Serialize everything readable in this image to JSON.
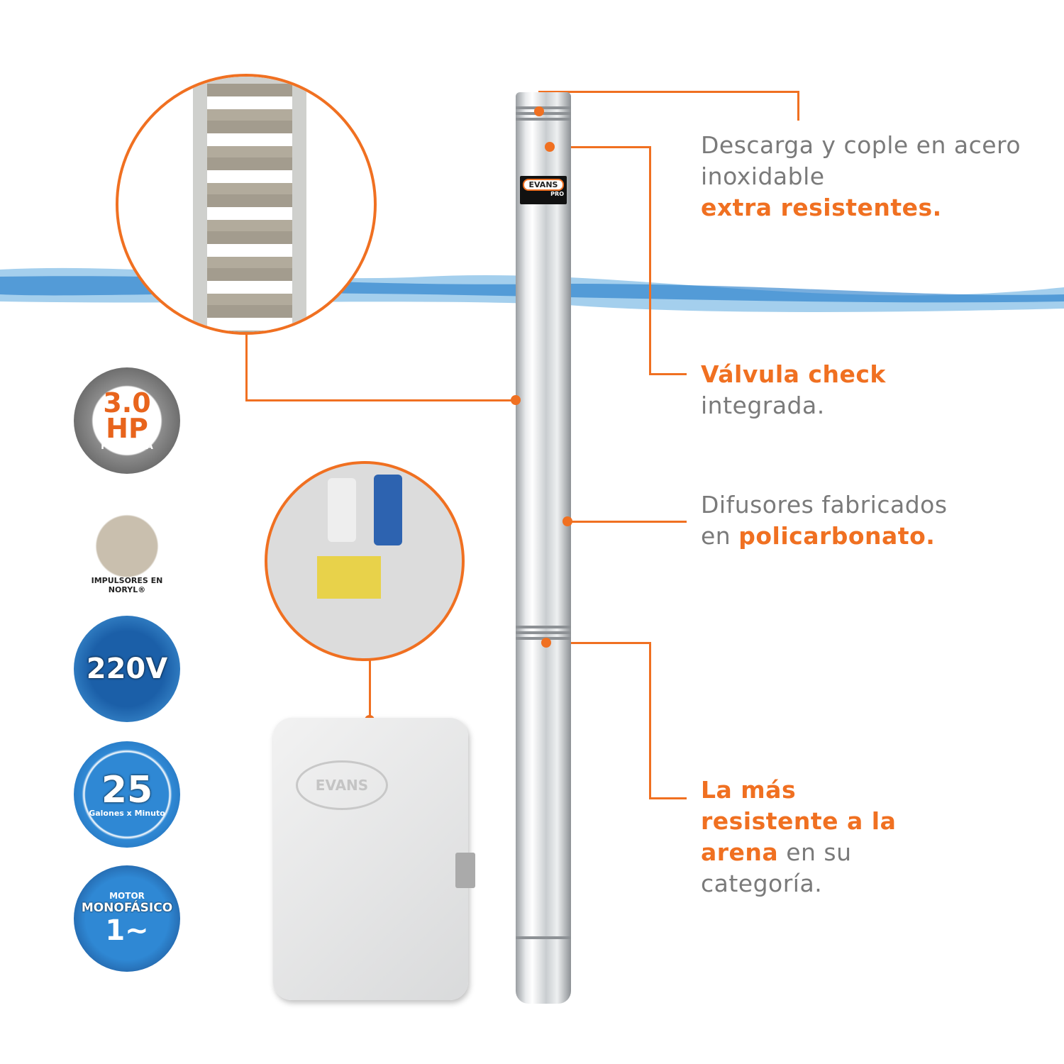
{
  "brand": {
    "name": "EVANS",
    "sub": "PRO"
  },
  "callouts": [
    {
      "plain": "Descarga y cople en acero inoxidable",
      "bold": "extra resistentes."
    },
    {
      "bold": "Válvula check",
      "plain": "integrada."
    },
    {
      "plain": "Difusores fabricados en",
      "bold": "policarbonato."
    },
    {
      "bold": "La más resistente a la arena",
      "plain": "en su categoría."
    }
  ],
  "badges": {
    "power": {
      "value": "3.0",
      "unit": "HP",
      "label": "POTENCIA"
    },
    "impellers": {
      "label": "IMPULSORES EN NORYL®"
    },
    "voltage": {
      "value": "220V"
    },
    "flow": {
      "value": "25",
      "label": "Galones x Minuto"
    },
    "motor": {
      "top": "MOTOR",
      "mid": "MONOFÁSICO",
      "value": "1~"
    }
  },
  "colors": {
    "accent": "#f07021",
    "text": "#7a7a7a",
    "blue": "#1f6fb5"
  }
}
